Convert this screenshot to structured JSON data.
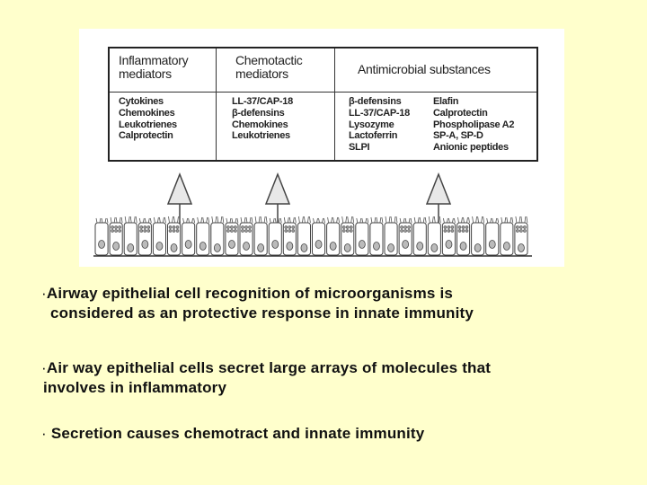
{
  "figure": {
    "headers": {
      "inflammatory": [
        "Inflammatory",
        "mediators"
      ],
      "chemotactic": [
        "Chemotactic",
        "mediators"
      ],
      "antimicrobial": "Antimicrobial substances"
    },
    "inflammatory_items": [
      "Cytokines",
      "Chemokines",
      "Leukotrienes",
      "Calprotectin"
    ],
    "chemotactic_items": [
      "LL-37/CAP-18",
      "β-defensins",
      "Chemokines",
      "Leukotrienes"
    ],
    "antimicrobial_left": [
      "β-defensins",
      "LL-37/CAP-18",
      "Lysozyme",
      "Lactoferrin",
      "SLPI"
    ],
    "antimicrobial_right": [
      "Elafin",
      "Calprotectin",
      "Phospholipase A2",
      "SP-A, SP-D",
      "Anionic peptides"
    ]
  },
  "bullets": [
    {
      "symbol": "·",
      "line1": "Airway epithelial cell recognition of microorganisms is",
      "line2": "considered as an protective response in innate immunity"
    },
    {
      "symbol": "·",
      "line1": "Air way epithelial cells secret large arrays of molecules that",
      "line2": "involves in inflammatory"
    },
    {
      "symbol": "·",
      "line1": "Secretion causes chemotract and innate immunity",
      "line2": ""
    }
  ],
  "colors": {
    "background": "#ffffcc",
    "figure": "#ffffff",
    "arrow_fill": "#e8e8e8",
    "line": "#222222"
  }
}
